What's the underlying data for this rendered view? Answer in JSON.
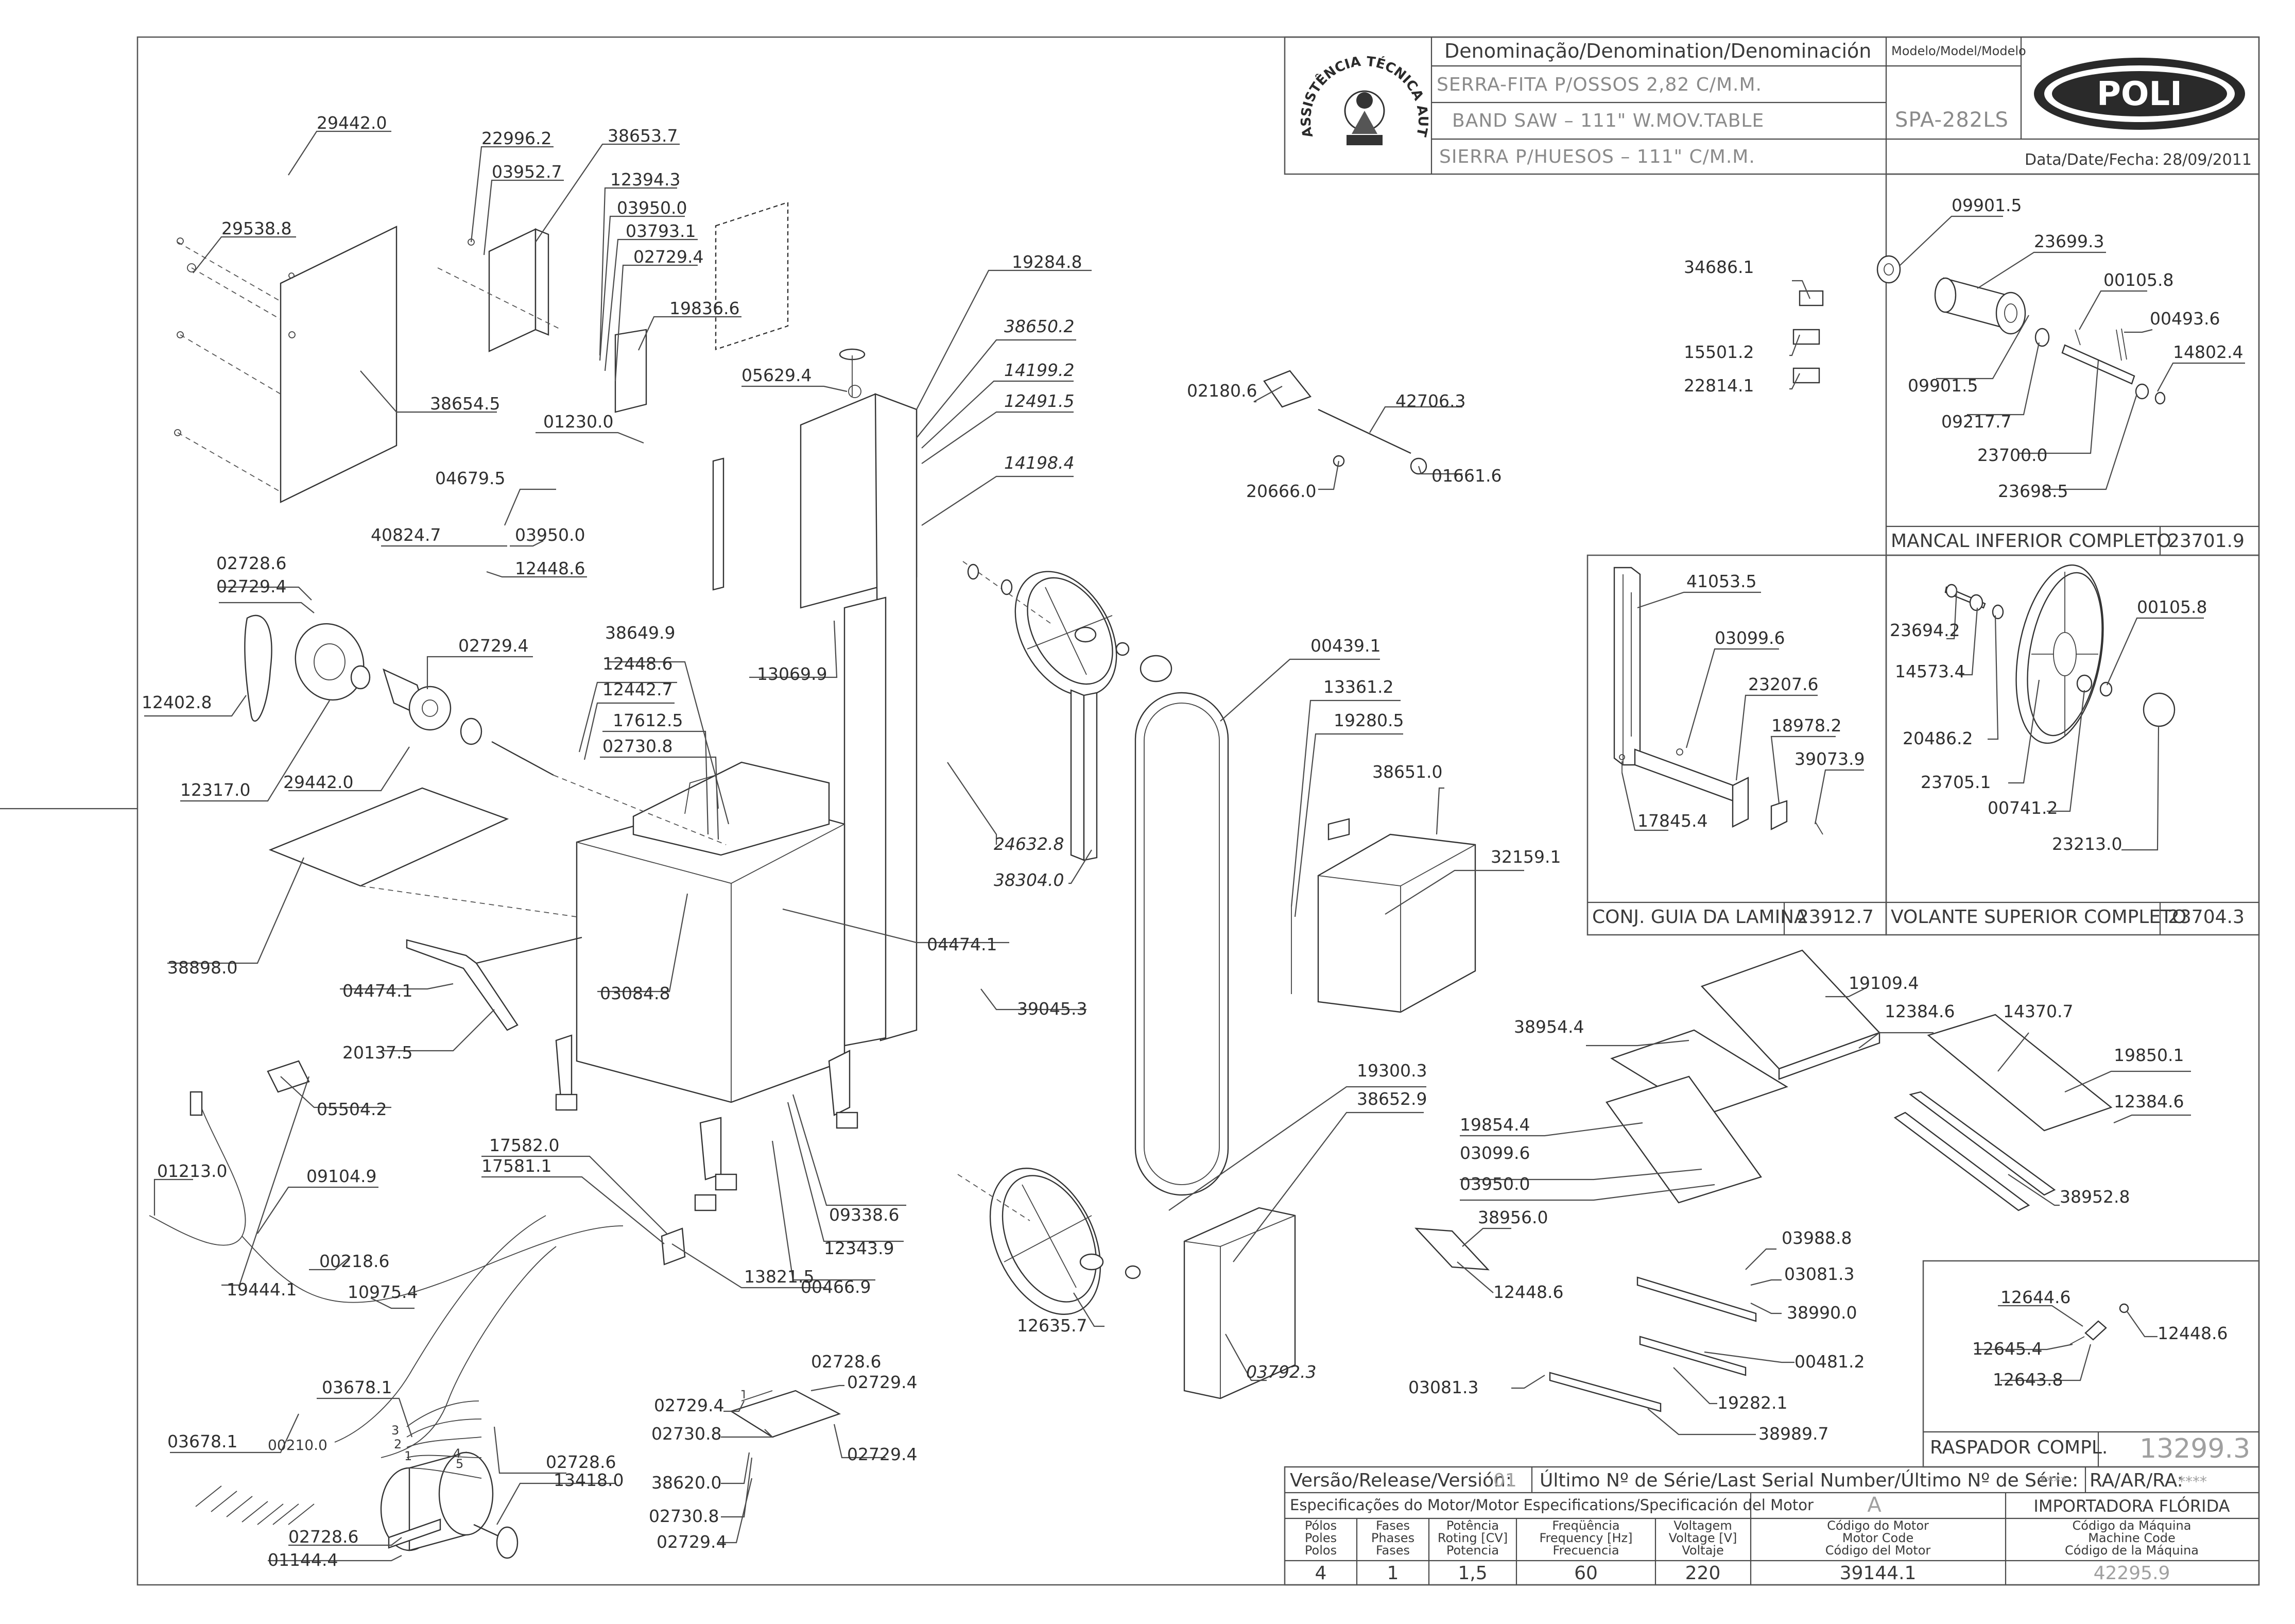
{
  "title_block": {
    "heading": "Denominação/Denomination/Denominación",
    "model_heading": "Modelo/Model/Modelo",
    "name_pt": "SERRA-FITA P/OSSOS 2,82 C/M.M.",
    "name_en": "BAND SAW – 111\" W.MOV.TABLE",
    "name_es": "SIERRA P/HUESOS – 111\" C/M.M.",
    "model": "SPA-282LS",
    "brand": "POLI",
    "seal_text": "ASSISTÊNCIA TÉCNICA AUTORIZADA",
    "date_label": "Data/Date/Fecha:",
    "date": "28/09/2011"
  },
  "callouts": [
    {
      "id": "c1",
      "text": "29442.0"
    },
    {
      "id": "c2",
      "text": "29538.8"
    },
    {
      "id": "c3",
      "text": "38654.5"
    },
    {
      "id": "c4",
      "text": "22996.2"
    },
    {
      "id": "c5",
      "text": "03952.7"
    },
    {
      "id": "c6",
      "text": "38653.7"
    },
    {
      "id": "c7",
      "text": "12394.3"
    },
    {
      "id": "c8",
      "text": "03950.0"
    },
    {
      "id": "c9",
      "text": "03793.1"
    },
    {
      "id": "c10",
      "text": "02729.4"
    },
    {
      "id": "c11",
      "text": "19836.6"
    },
    {
      "id": "c12",
      "text": "19284.8"
    },
    {
      "id": "c13",
      "text": "38650.2",
      "italic": true
    },
    {
      "id": "c14",
      "text": "14199.2",
      "italic": true
    },
    {
      "id": "c15",
      "text": "12491.5",
      "italic": true
    },
    {
      "id": "c16",
      "text": "14198.4",
      "italic": true
    },
    {
      "id": "c17",
      "text": "05629.4"
    },
    {
      "id": "c18",
      "text": "01230.0"
    },
    {
      "id": "c19",
      "text": "04679.5"
    },
    {
      "id": "c20",
      "text": "40824.7"
    },
    {
      "id": "c21",
      "text": "03950.0"
    },
    {
      "id": "c22",
      "text": "12448.6"
    },
    {
      "id": "c23",
      "text": "02728.6"
    },
    {
      "id": "c24",
      "text": "02729.4"
    },
    {
      "id": "c25",
      "text": "12402.8"
    },
    {
      "id": "c26",
      "text": "02729.4"
    },
    {
      "id": "c27",
      "text": "12317.0"
    },
    {
      "id": "c28",
      "text": "29442.0"
    },
    {
      "id": "c29",
      "text": "38649.9"
    },
    {
      "id": "c30",
      "text": "12448.6"
    },
    {
      "id": "c31",
      "text": "12442.7"
    },
    {
      "id": "c32",
      "text": "17612.5"
    },
    {
      "id": "c33",
      "text": "02730.8"
    },
    {
      "id": "c34",
      "text": "13069.9"
    },
    {
      "id": "c35",
      "text": "38898.0"
    },
    {
      "id": "c36",
      "text": "24632.8",
      "italic": true
    },
    {
      "id": "c37",
      "text": "38304.0",
      "italic": true
    },
    {
      "id": "c38",
      "text": "04474.1"
    },
    {
      "id": "c39",
      "text": "04474.1"
    },
    {
      "id": "c40",
      "text": "03084.8"
    },
    {
      "id": "c41",
      "text": "20137.5"
    },
    {
      "id": "c42",
      "text": "39045.3"
    },
    {
      "id": "c43",
      "text": "05504.2"
    },
    {
      "id": "c44",
      "text": "01213.0"
    },
    {
      "id": "c45",
      "text": "09104.9"
    },
    {
      "id": "c46",
      "text": "17582.0"
    },
    {
      "id": "c47",
      "text": "17581.1"
    },
    {
      "id": "c48",
      "text": "09338.6"
    },
    {
      "id": "c49",
      "text": "12343.9"
    },
    {
      "id": "c50",
      "text": "00466.9"
    },
    {
      "id": "c51",
      "text": "13821.5"
    },
    {
      "id": "c52",
      "text": "00218.6"
    },
    {
      "id": "c53",
      "text": "10975.4"
    },
    {
      "id": "c54",
      "text": "19444.1"
    },
    {
      "id": "c55",
      "text": "03678.1"
    },
    {
      "id": "c56",
      "text": "03678.1"
    },
    {
      "id": "c57",
      "text": "00210.0"
    },
    {
      "id": "c58",
      "text": "02728.6"
    },
    {
      "id": "c59",
      "text": "13418.0"
    },
    {
      "id": "c60",
      "text": "02728.6"
    },
    {
      "id": "c61",
      "text": "01144.4"
    },
    {
      "id": "c62",
      "text": "02728.6"
    },
    {
      "id": "c63",
      "text": "02729.4"
    },
    {
      "id": "c64",
      "text": "02729.4"
    },
    {
      "id": "c65",
      "text": "02730.8"
    },
    {
      "id": "c66",
      "text": "02729.4"
    },
    {
      "id": "c67",
      "text": "38620.0"
    },
    {
      "id": "c68",
      "text": "02730.8"
    },
    {
      "id": "c69",
      "text": "02729.4"
    },
    {
      "id": "c70",
      "text": "12635.7"
    },
    {
      "id": "c71",
      "text": "02180.6"
    },
    {
      "id": "c72",
      "text": "42706.3"
    },
    {
      "id": "c73",
      "text": "20666.0"
    },
    {
      "id": "c74",
      "text": "01661.6"
    },
    {
      "id": "c75",
      "text": "00439.1"
    },
    {
      "id": "c76",
      "text": "13361.2"
    },
    {
      "id": "c77",
      "text": "19280.5"
    },
    {
      "id": "c78",
      "text": "38651.0"
    },
    {
      "id": "c79",
      "text": "32159.1"
    },
    {
      "id": "c80",
      "text": "19300.3"
    },
    {
      "id": "c81",
      "text": "38652.9"
    },
    {
      "id": "c82",
      "text": "03792.3",
      "italic": true
    },
    {
      "id": "c83",
      "text": "34686.1"
    },
    {
      "id": "c84",
      "text": "15501.2"
    },
    {
      "id": "c85",
      "text": "22814.1"
    },
    {
      "id": "c86",
      "text": "19109.4"
    },
    {
      "id": "c87",
      "text": "38954.4"
    },
    {
      "id": "c88",
      "text": "12384.6"
    },
    {
      "id": "c89",
      "text": "14370.7"
    },
    {
      "id": "c90",
      "text": "19850.1"
    },
    {
      "id": "c91",
      "text": "12384.6"
    },
    {
      "id": "c92",
      "text": "38952.8"
    },
    {
      "id": "c93",
      "text": "19854.4"
    },
    {
      "id": "c94",
      "text": "03099.6"
    },
    {
      "id": "c95",
      "text": "03950.0"
    },
    {
      "id": "c96",
      "text": "38956.0"
    },
    {
      "id": "c97",
      "text": "12448.6"
    },
    {
      "id": "c98",
      "text": "03988.8"
    },
    {
      "id": "c99",
      "text": "03081.3"
    },
    {
      "id": "c100",
      "text": "38990.0"
    },
    {
      "id": "c101",
      "text": "00481.2"
    },
    {
      "id": "c102",
      "text": "19282.1"
    },
    {
      "id": "c103",
      "text": "03081.3"
    },
    {
      "id": "c104",
      "text": "38989.7"
    }
  ],
  "inset_upper_bearing": {
    "callouts": [
      {
        "id": "u1",
        "text": "09901.5"
      },
      {
        "id": "u2",
        "text": "23699.3"
      },
      {
        "id": "u3",
        "text": "00105.8"
      },
      {
        "id": "u4",
        "text": "00493.6"
      },
      {
        "id": "u5",
        "text": "14802.4"
      },
      {
        "id": "u6",
        "text": "09901.5"
      },
      {
        "id": "u7",
        "text": "09217.7"
      },
      {
        "id": "u8",
        "text": "23700.0"
      },
      {
        "id": "u9",
        "text": "23698.5"
      }
    ],
    "caption": "MANCAL INFERIOR COMPLETO",
    "code": "23701.9"
  },
  "inset_blade_guide": {
    "callouts": [
      {
        "id": "g1",
        "text": "41053.5"
      },
      {
        "id": "g2",
        "text": "03099.6"
      },
      {
        "id": "g3",
        "text": "23207.6"
      },
      {
        "id": "g4",
        "text": "18978.2"
      },
      {
        "id": "g5",
        "text": "39073.9"
      },
      {
        "id": "g6",
        "text": "17845.4"
      }
    ],
    "caption": "CONJ. GUIA DA LAMINA",
    "code": "23912.7"
  },
  "inset_upper_wheel": {
    "callouts": [
      {
        "id": "w1",
        "text": "00105.8"
      },
      {
        "id": "w2",
        "text": "23694.2"
      },
      {
        "id": "w3",
        "text": "14573.4"
      },
      {
        "id": "w4",
        "text": "20486.2"
      },
      {
        "id": "w5",
        "text": "23705.1"
      },
      {
        "id": "w6",
        "text": "00741.2"
      },
      {
        "id": "w7",
        "text": "23213.0"
      }
    ],
    "caption": "VOLANTE SUPERIOR COMPLETO",
    "code": "23704.3"
  },
  "inset_scraper": {
    "callouts": [
      {
        "id": "s1",
        "text": "12644.6"
      },
      {
        "id": "s2",
        "text": "12448.6"
      },
      {
        "id": "s3",
        "text": "12645.4"
      },
      {
        "id": "s4",
        "text": "12643.8"
      }
    ],
    "caption": "RASPADOR COMPL.",
    "code": "13299.3"
  },
  "wire_labels": [
    "1",
    "2",
    "3",
    "4",
    "5"
  ],
  "footer": {
    "release_label": "Versão/Release/Versión:",
    "release_value": "01",
    "serial_label": "Último Nº de Série/Last Serial Number/Último Nº de Série:",
    "serial_value": "****",
    "ra_label": "RA/AR/RA:",
    "ra_value": "****",
    "motor_spec_label": "Especificações do Motor/Motor Especifications/Specificación del Motor",
    "motor_letter": "A",
    "importer": "IMPORTADORA FLÓRIDA",
    "columns": [
      {
        "header": [
          "Pólos",
          "Poles",
          "Polos"
        ],
        "value": "4"
      },
      {
        "header": [
          "Fases",
          "Phases",
          "Fases"
        ],
        "value": "1"
      },
      {
        "header": [
          "Potência",
          "Roting [CV]",
          "Potencia"
        ],
        "value": "1,5"
      },
      {
        "header": [
          "Freqüência",
          "Frequency [Hz]",
          "Frecuencia"
        ],
        "value": "60"
      },
      {
        "header": [
          "Voltagem",
          "Voltage [V]",
          "Voltaje"
        ],
        "value": "220"
      },
      {
        "header": [
          "Código do Motor",
          "Motor Code",
          "Código del Motor"
        ],
        "value": "39144.1"
      },
      {
        "header": [
          "Código da Máquina",
          "Machine Code",
          "Código de la Máquina"
        ],
        "value": "42295.9"
      }
    ]
  }
}
